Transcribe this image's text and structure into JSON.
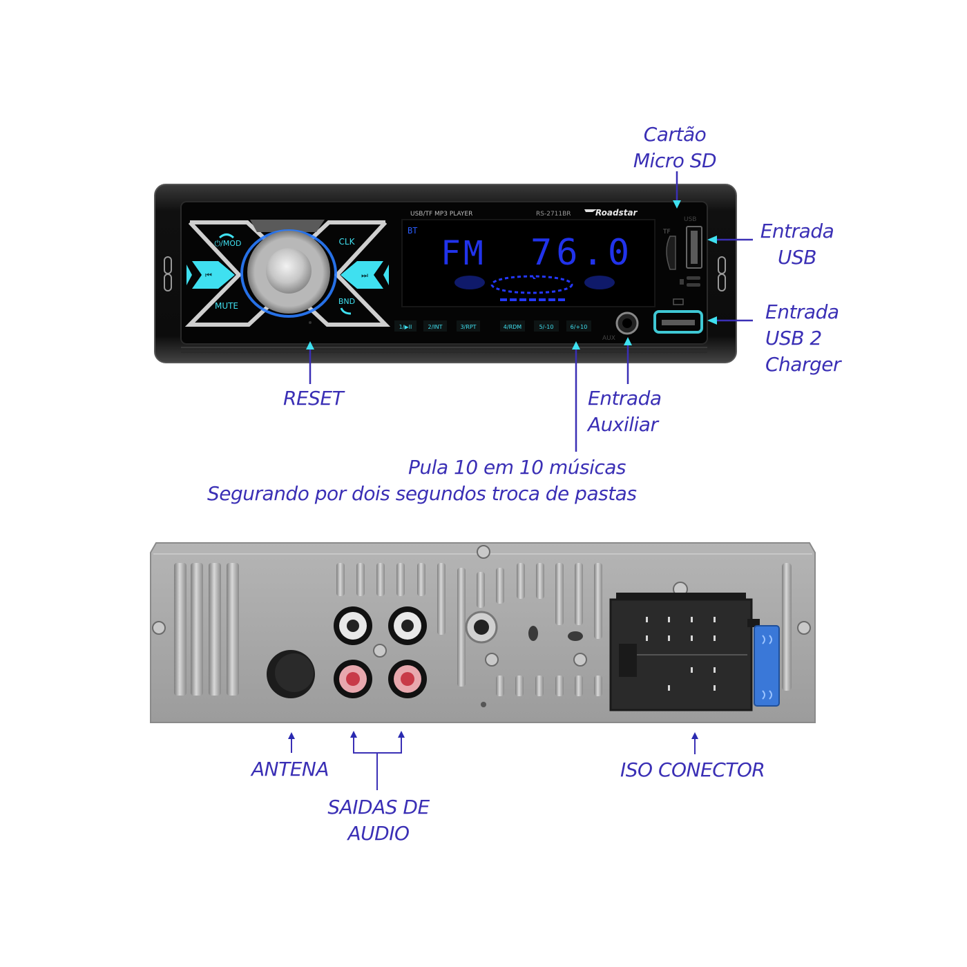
{
  "front_panel": {
    "brand": "Roadstar",
    "model": "RS-2711BR",
    "product_line": "USB/TF MP3 PLAYER",
    "display": {
      "bt_indicator": "BT",
      "band": "FM",
      "frequency": "76.0"
    },
    "buttons": {
      "mode": "MOD",
      "clock": "CLK",
      "mute": "MUTE",
      "band": "BND",
      "prev": "prev-track",
      "next": "next-track"
    },
    "presets": [
      "1/▶II",
      "2/INT",
      "3/RPT",
      "4/RDM",
      "5/-10",
      "6/+10"
    ],
    "port_labels": {
      "aux": "AUX",
      "usb": "USB",
      "tf": "TF"
    }
  },
  "callouts": {
    "micro_sd": [
      "Cartão",
      "Micro SD"
    ],
    "usb": [
      "Entrada",
      "USB"
    ],
    "usb2": [
      "Entrada",
      "USB 2",
      "Charger"
    ],
    "reset": "RESET",
    "aux": [
      "Entrada",
      "Auxiliar"
    ],
    "skip": [
      "Pula 10 em 10 músicas",
      "Segurando por dois segundos troca de pastas"
    ],
    "antenna": "ANTENA",
    "audio_out": [
      "SAIDAS DE",
      "AUDIO"
    ],
    "iso": "ISO CONECTOR"
  },
  "colors": {
    "label": "#3a2fb5",
    "accent_cyan": "#3fe0f0",
    "lcd_blue": "#2438ff",
    "chassis": "#a9a9a9",
    "rca_red": "#c83a48"
  }
}
